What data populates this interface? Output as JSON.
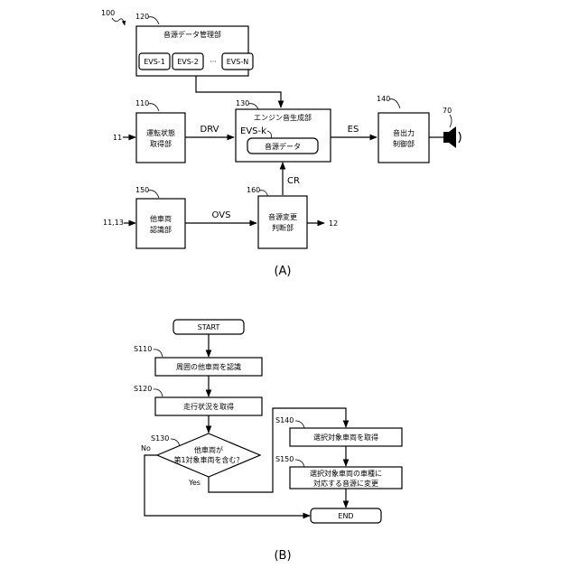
{
  "figure_a": {
    "ref_100": "100",
    "sound_manager": {
      "ref": "120",
      "title": "音源データ管理部",
      "evs": [
        "EVS-1",
        "EVS-2",
        "EVS-N"
      ],
      "dots": "···"
    },
    "driving_state": {
      "ref": "110",
      "line1": "運転状態",
      "line2": "取得部",
      "input": "11"
    },
    "engine_gen": {
      "ref": "130",
      "title": "エンジン音生成部",
      "evs_k": "EVS-k",
      "inner": "音源データ"
    },
    "sound_out": {
      "ref": "140",
      "line1": "音出力",
      "line2": "制御部"
    },
    "speaker_ref": "70",
    "other_vehicle": {
      "ref": "150",
      "line1": "他車両",
      "line2": "認識部",
      "input": "11,13"
    },
    "sound_change": {
      "ref": "160",
      "line1": "音源変更",
      "line2": "判断部",
      "output": "12"
    },
    "signals": {
      "drv": "DRV",
      "es": "ES",
      "cr": "CR",
      "ovs": "OVS"
    },
    "caption": "(A)"
  },
  "figure_b": {
    "start": "START",
    "s110": {
      "label": "S110",
      "text": "周囲の他車両を認識"
    },
    "s120": {
      "label": "S120",
      "text": "走行状況を取得"
    },
    "s130": {
      "label": "S130",
      "line1": "他車両が",
      "line2": "第1対象車両を含む？",
      "no": "No",
      "yes": "Yes"
    },
    "s140": {
      "label": "S140",
      "text": "選択対象車両を取得"
    },
    "s150": {
      "label": "S150",
      "line1": "選択対象車両の車種に",
      "line2": "対応する音源に変更"
    },
    "end": "END",
    "caption": "(B)"
  }
}
